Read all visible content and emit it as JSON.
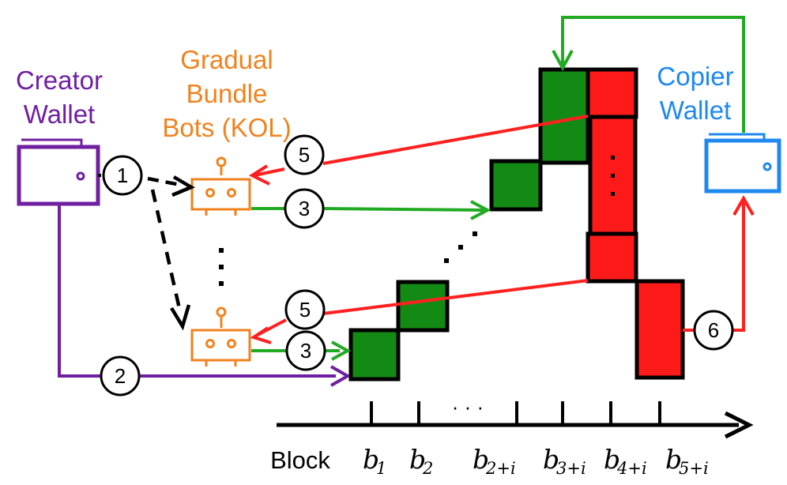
{
  "labels": {
    "creator_line1": "Creator",
    "creator_line2": "Wallet",
    "bots_line1": "Gradual",
    "bots_line2": "Bundle",
    "bots_line3": "Bots (KOL)",
    "copier_line1": "Copier",
    "copier_line2": "Wallet",
    "axis_label": "Block"
  },
  "steps": {
    "s1": "1",
    "s2": "2",
    "s3a": "3",
    "s3b": "3",
    "s5a": "5",
    "s5b": "5",
    "s6": "6"
  },
  "blocks": {
    "b1": "1",
    "b2": "2",
    "b2i": "2+i",
    "b3i": "3+i",
    "b4i": "4+i",
    "b5i": "5+i",
    "ellipsis": "· · ·"
  },
  "colors": {
    "creator": "#6f1fa0",
    "bots": "#f0821e",
    "copier": "#1e88f0",
    "buy": "#138a13",
    "sell": "#ff1a1a",
    "line_green": "#22aa22",
    "line_red": "#ff2020"
  }
}
